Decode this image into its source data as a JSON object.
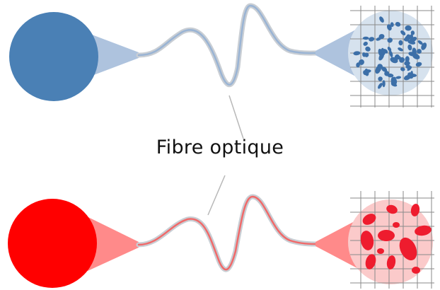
{
  "label": "Fibre optique",
  "colors": {
    "blue_source": "#4a80b5",
    "blue_cone": "#aec3de",
    "blue_fiber_core": "#9ab4d4",
    "blue_spot_disc": "#d6e2ee",
    "blue_speckle": "#3c6fa8",
    "red_source": "#ff0000",
    "red_cone": "#ff8a8a",
    "red_fiber_core": "#f06a6a",
    "red_spot_disc": "#fbcaca",
    "red_speckle": "#ee1c2e",
    "fiber_cladding": "#c9ced4",
    "grid": "#8a8a8a",
    "pointer": "#b8b8b8"
  },
  "icons": [
    "blue-light-source",
    "red-light-source",
    "speckle-pattern"
  ]
}
